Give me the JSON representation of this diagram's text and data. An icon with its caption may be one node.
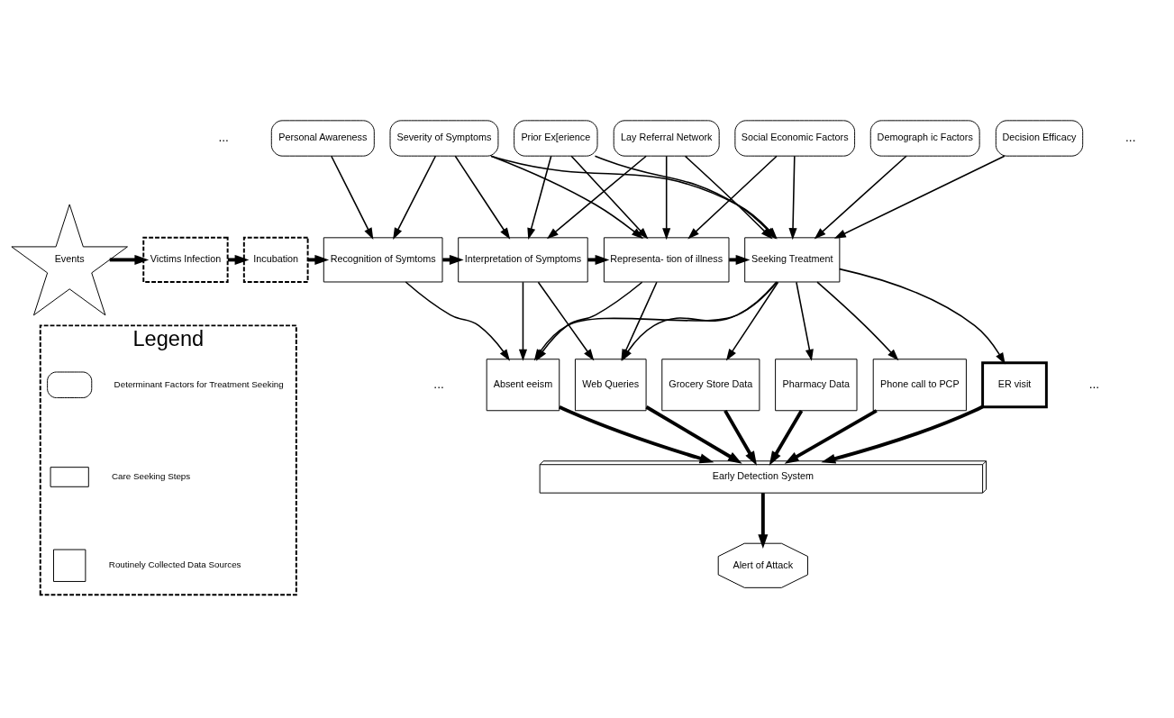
{
  "diagram": {
    "nodes": [
      {
        "text": [
          "Personal Awareness"
        ]
      },
      {
        "text": [
          "Severity of Symptoms"
        ]
      },
      {
        "text": [
          "Prior Ex[erience"
        ]
      },
      {
        "text": [
          "Lay Referral Network"
        ]
      },
      {
        "text": [
          "Social Economic Factors"
        ]
      },
      {
        "text": [
          "Demograph ic Factors"
        ]
      },
      {
        "text": [
          "Decision Efficacy"
        ]
      },
      {
        "text": [
          "Events"
        ]
      },
      {
        "text": [
          "Victims Infection"
        ]
      },
      {
        "text": [
          "Incubation"
        ]
      },
      {
        "text": [
          "Recognition of Symtoms"
        ]
      },
      {
        "text": [
          "Interpretation of Symptoms"
        ]
      },
      {
        "text": [
          "Representa- tion of illness"
        ]
      },
      {
        "text": [
          "Seeking Treatment"
        ]
      },
      {
        "text": [
          "Absent eeism"
        ]
      },
      {
        "text": [
          "Web Queries"
        ]
      },
      {
        "text": [
          "Grocery Store Data"
        ]
      },
      {
        "text": [
          "Pharmacy Data"
        ]
      },
      {
        "text": [
          "Phone call to PCP"
        ]
      },
      {
        "text": [
          "ER visit"
        ]
      },
      {
        "text": [
          "Early Detection System"
        ]
      },
      {
        "text": [
          "Alert of Attack"
        ]
      },
      {
        "text": [
          "Legend"
        ]
      },
      {
        "text": [],
        "shape": "box",
        "in": 22
      },
      {
        "text": [],
        "shape": "box",
        "in": 22
      },
      {
        "text": [],
        "shape": "box",
        "in": 22
      }
    ],
    "edges": [
      {
        "from": 0,
        "to": 10,
        "arrow": "to"
      },
      {
        "from": 1,
        "to": 10,
        "arrow": "to"
      },
      {
        "from": 1,
        "to": 11,
        "arrow": "to"
      },
      {
        "from": 1,
        "to": 12,
        "arrow": "to"
      },
      {
        "from": 1,
        "to": 13,
        "arrow": "to"
      },
      {
        "from": 2,
        "to": 11,
        "arrow": "to"
      },
      {
        "from": 2,
        "to": 12,
        "arrow": "to"
      },
      {
        "from": 2,
        "to": 13,
        "arrow": "to"
      },
      {
        "from": 3,
        "to": 11,
        "arrow": "to"
      },
      {
        "from": 3,
        "to": 12,
        "arrow": "to"
      },
      {
        "from": 3,
        "to": 13,
        "arrow": "to"
      },
      {
        "from": 4,
        "to": 12,
        "arrow": "to"
      },
      {
        "from": 4,
        "to": 13,
        "arrow": "to"
      },
      {
        "from": 5,
        "to": 13,
        "arrow": "to"
      },
      {
        "from": 6,
        "to": 13,
        "arrow": "to"
      },
      {
        "from": 7,
        "to": 8,
        "arrow": "to",
        "style": "thick"
      },
      {
        "from": 8,
        "to": 9,
        "arrow": "to",
        "style": "thick"
      },
      {
        "from": 9,
        "to": 10,
        "arrow": "to",
        "style": "thick"
      },
      {
        "from": 10,
        "to": 11,
        "arrow": "to",
        "style": "thick"
      },
      {
        "from": 11,
        "to": 12,
        "arrow": "to",
        "style": "thick"
      },
      {
        "from": 12,
        "to": 13,
        "arrow": "to",
        "style": "thick"
      },
      {
        "from": 10,
        "to": 14,
        "arrow": "to"
      },
      {
        "from": 11,
        "to": 14,
        "arrow": "to"
      },
      {
        "from": 11,
        "to": 15,
        "arrow": "to"
      },
      {
        "from": 12,
        "to": 14,
        "arrow": "to"
      },
      {
        "from": 12,
        "to": 15,
        "arrow": "to"
      },
      {
        "from": 13,
        "to": 14,
        "arrow": "to"
      },
      {
        "from": 13,
        "to": 15,
        "arrow": "to"
      },
      {
        "from": 13,
        "to": 16,
        "arrow": "to"
      },
      {
        "from": 13,
        "to": 17,
        "arrow": "to"
      },
      {
        "from": 13,
        "to": 18,
        "arrow": "to"
      },
      {
        "from": 13,
        "to": 19,
        "arrow": "to"
      },
      {
        "from": 14,
        "to": 20,
        "arrow": "to",
        "style": "thick"
      },
      {
        "from": 15,
        "to": 20,
        "arrow": "to",
        "style": "thick"
      },
      {
        "from": 16,
        "to": 20,
        "arrow": "to",
        "style": "thick"
      },
      {
        "from": 17,
        "to": 20,
        "arrow": "to",
        "style": "thick"
      },
      {
        "from": 18,
        "to": 20,
        "arrow": "to",
        "style": "thick"
      },
      {
        "from": 19,
        "to": 20,
        "arrow": "to",
        "style": "thick"
      },
      {
        "from": 20,
        "to": 21,
        "arrow": "to",
        "style": "thick"
      }
    ],
    "labels": [
      "...",
      "...",
      "...",
      "..."
    ],
    "legend": [
      {
        "text": "Determinant Factors for Treatment Seeking"
      },
      {
        "text": "Care Seeking Steps"
      },
      {
        "text": "Routinely Collected Data Sources"
      }
    ]
  }
}
